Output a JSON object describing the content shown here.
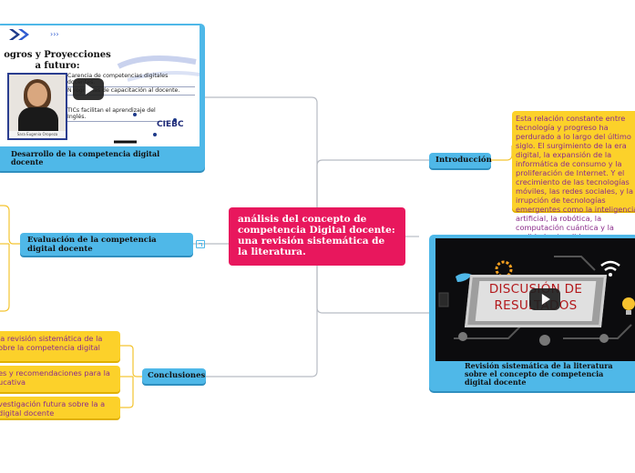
{
  "central": {
    "title": "análisis del concepto de competencia Digital docente: una revisión sistemática de la literatura."
  },
  "intro": {
    "label": "Introducción",
    "note": "Esta relación constante entre tecnología y progreso ha perdurado a lo largo del último siglo. El surgimiento de la era digital, la expansión de la informática de consumo y la proliferación de Internet. Y el crecimiento de las tecnologías móviles, las redes sociales, y la irrupción de tecnologías emergentes como la inteligencia artificial, la robótica, la computación cuántica y la realidad extendida"
  },
  "evaluacion": {
    "label": "Evaluación de la competencia digital docente"
  },
  "conclusiones": {
    "label": "Conclusiones",
    "items": [
      "la revisión sistemática de la obre la competencia digital",
      "es y recomendaciones para la ucativa",
      "vestigación futura sobre la a digital docente"
    ]
  },
  "top_card": {
    "caption": "Desarrollo de la competencia digital docente",
    "video": {
      "title_line1": "ogros y Proyecciones",
      "title_line2": "a futuro:",
      "lines": [
        "Carencia de competencias digitales docentes.",
        "N          rogramas de capacitación al docente.",
        "TICs facilitan el aprendizaje del Inglés."
      ],
      "person_name": "Sara Eugenia Oropeza",
      "logo": "CIEBC"
    }
  },
  "right_card": {
    "caption": "Revisión sistemática de la literatura sobre el concepto de competencia digital docente",
    "video": {
      "line1": "DISCUSIÓN DE",
      "line2": "RESULTADOS"
    }
  },
  "icons": [
    "play-icon",
    "camera-icon",
    "twitter-bird-icon",
    "wifi-icon",
    "gear-icon",
    "lightbulb-icon"
  ],
  "colors": {
    "central": "#e8175d",
    "topic": "#4fb8e8",
    "note": "#fcd12a",
    "note_text": "#8b2d8b"
  }
}
